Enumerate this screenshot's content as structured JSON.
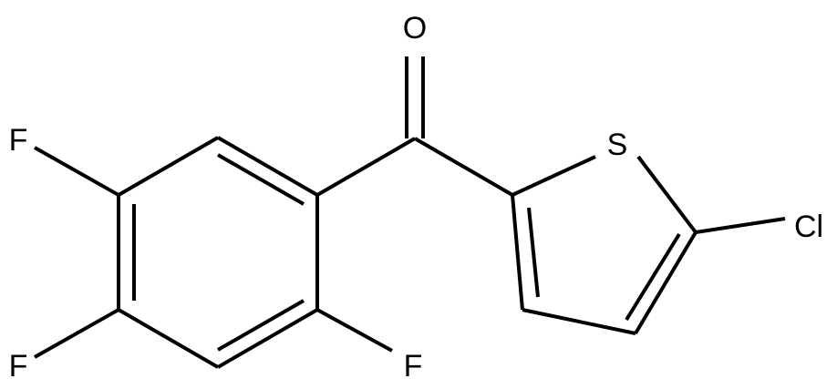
{
  "molecule": {
    "atoms": {
      "o": "O",
      "s": "S",
      "cl": "Cl",
      "f_top": "F",
      "f_left": "F",
      "f_bottom": "F"
    }
  }
}
